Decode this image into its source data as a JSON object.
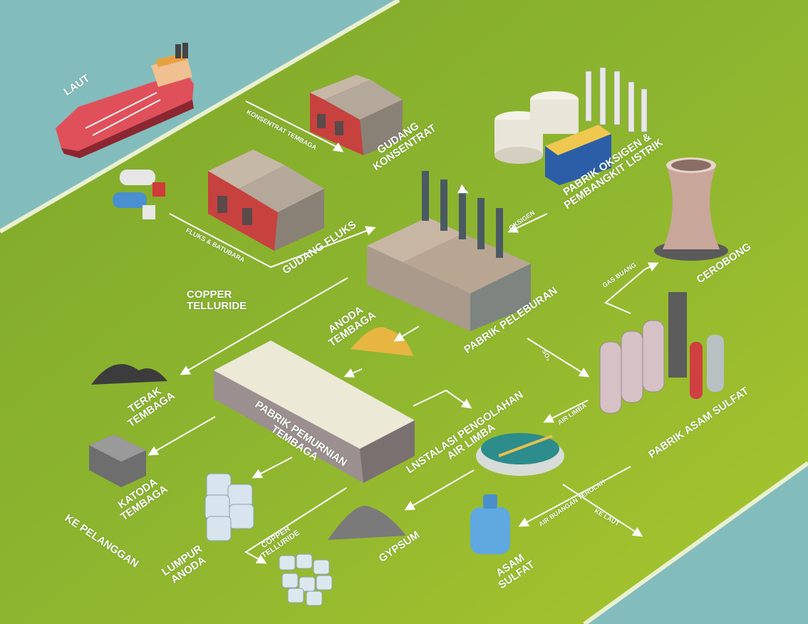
{
  "colors": {
    "grass": "#8fb12b",
    "grass_dark": "#6f9a1e",
    "sea": "#7fb8b8",
    "arrow": "#ffffff"
  },
  "labels": {
    "laut": "LAUT",
    "gudang_konsentrat": [
      "GUDANG",
      "KONSENTRAT"
    ],
    "konsentrat_tembaga": "KONSENTRAT TEMBAGA",
    "pabrik_oksigen": [
      "PABRIK OKSIGEN &",
      "PEMBANGKIT LISTRIK"
    ],
    "gudang_fluks": "GUDANG FLUKS",
    "fluks_batubara": "FLUKS & BATUBARA",
    "oksigen": "OKSIGEN",
    "cerobong": "CEROBONG",
    "gas_buang": "GAS BUANG",
    "copper_telluride_top": [
      "COPPER",
      "TELLURIDE"
    ],
    "anoda_tembaga": [
      "ANODA",
      "TEMBAGA"
    ],
    "pabrik_peleburan": "PABRIK PELEBURAN",
    "so2": "SO₂",
    "terak_tembaga": [
      "TERAK",
      "TEMBAGA"
    ],
    "pabrik_pemurnian": [
      "PABRIK PEMURNIAN",
      "TEMBAGA"
    ],
    "instalasi": [
      "LNSTALASI PENGOLAHAN",
      "AIR LIMBA"
    ],
    "air_limba": "AIR LIMBA",
    "pabrik_asam_sulfat": "PABRIK ASAM SULFAT",
    "katoda_tembaga": [
      "KATODA",
      "TEMBAGA"
    ],
    "ke_pelanggan": "KE PELANGGAN",
    "air_buangan": "AIR BUANGAN TEROLAH",
    "ke_laut": "KE LAUT",
    "lumpur_anoda": [
      "LUMPUR",
      "ANODA"
    ],
    "copper_telluride_bottom": [
      "COPPER",
      "TELLURIDE"
    ],
    "gypsum": "GYPSUM",
    "asam_sulfat": [
      "ASAM",
      "SULFAT"
    ]
  }
}
